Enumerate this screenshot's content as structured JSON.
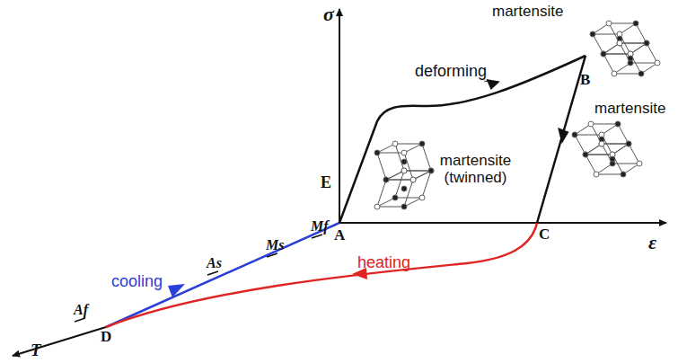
{
  "diagram": {
    "labels": [
      "σ",
      "E",
      "A",
      "ε",
      "B",
      "C",
      "D",
      "T",
      "martensite",
      "martensite",
      "martensite (twinned)",
      "deforming",
      "heating",
      "cooling",
      "As",
      "Ms",
      "Mf",
      "Af"
    ]
  }
}
